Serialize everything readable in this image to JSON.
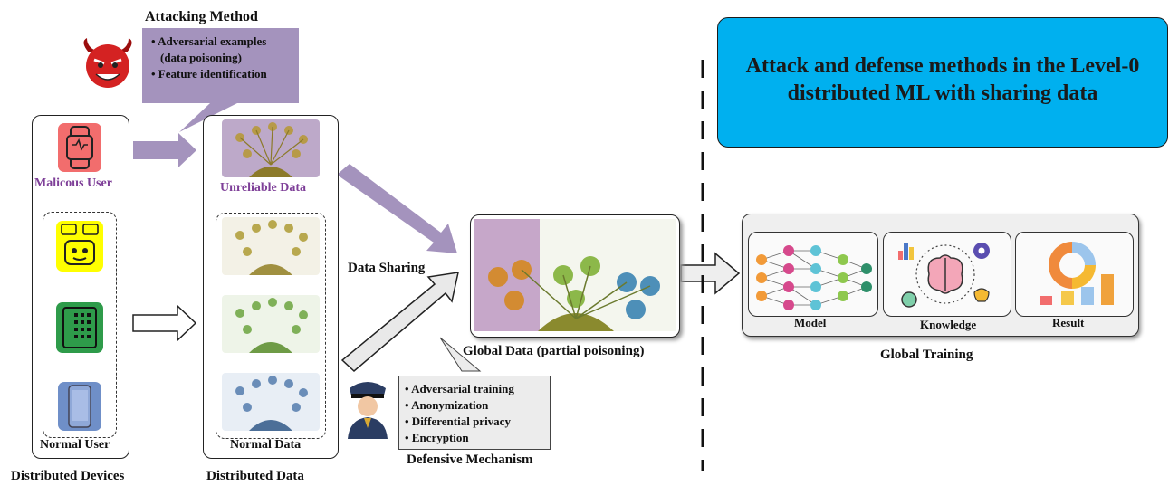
{
  "title": "Attack and defense methods in the Level-0 distributed ML with sharing data",
  "attack": {
    "heading": "Attacking Method",
    "items": [
      "• Adversarial examples",
      "(data poisoning)",
      "• Feature identification"
    ]
  },
  "devices": {
    "malicious_label": "Malicous User",
    "normal_label": "Normal User",
    "caption": "Distributed Devices"
  },
  "data": {
    "unreliable_label": "Unreliable Data",
    "normal_label": "Normal Data",
    "caption": "Distributed Data"
  },
  "sharing": {
    "label": "Data Sharing"
  },
  "global_data": {
    "caption": "Global Data (partial poisoning)"
  },
  "defense": {
    "heading": "Defensive Mechanism",
    "items": [
      "• Adversarial training",
      "• Anonymization",
      "• Differential privacy",
      "• Encryption"
    ]
  },
  "training": {
    "caption": "Global Training",
    "model_label": "Model",
    "knowledge_label": "Knowledge",
    "result_label": "Result"
  },
  "colors": {
    "attack_purple": "#a493bd",
    "malicious_text": "#7e3f98",
    "title_fill": "#00b0ef",
    "device_red": "#f26d6d",
    "device_yellow": "#ffff00",
    "device_green": "#2e9b4a",
    "device_blue": "#6f8fc8"
  },
  "icons": [
    "devil-icon",
    "smartwatch-icon",
    "robot-icon",
    "calculator-phone-icon",
    "smartphone-icon",
    "police-officer-icon",
    "neural-network-icon",
    "brain-icon",
    "chart-icon"
  ]
}
